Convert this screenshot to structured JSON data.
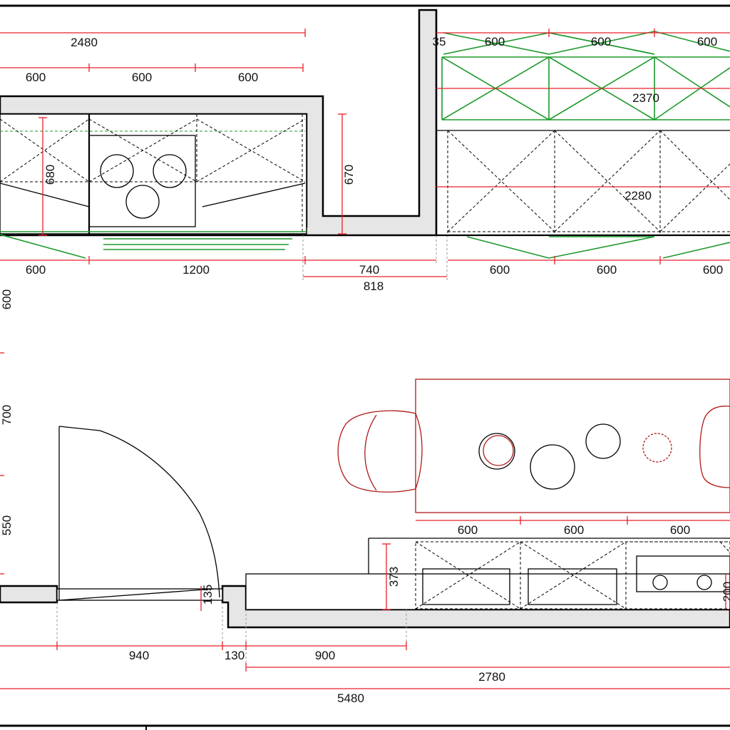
{
  "dimensions": {
    "top_total": "2480",
    "top_seg_1": "600",
    "top_seg_2": "600",
    "top_seg_3": "600",
    "left_bottom_1": "600",
    "left_bottom_2": "1200",
    "depth_680": "680",
    "depth_670": "670",
    "gap_740": "740",
    "gap_818": "818",
    "right_35": "35",
    "right_top_1": "600",
    "right_top_2": "600",
    "right_top_3": "600",
    "right_2370": "2370",
    "right_2280": "2280",
    "right_bottom_1": "600",
    "right_bottom_2": "600",
    "right_bottom_3": "600",
    "side_600": "600",
    "side_700": "700",
    "side_550": "550",
    "island_1": "600",
    "island_2": "600",
    "island_3": "600",
    "dim_373": "373",
    "dim_135": "135",
    "dim_200": "200",
    "lower_940": "940",
    "lower_130": "130",
    "lower_900": "900",
    "lower_2780": "2780",
    "lower_5480": "5480"
  }
}
